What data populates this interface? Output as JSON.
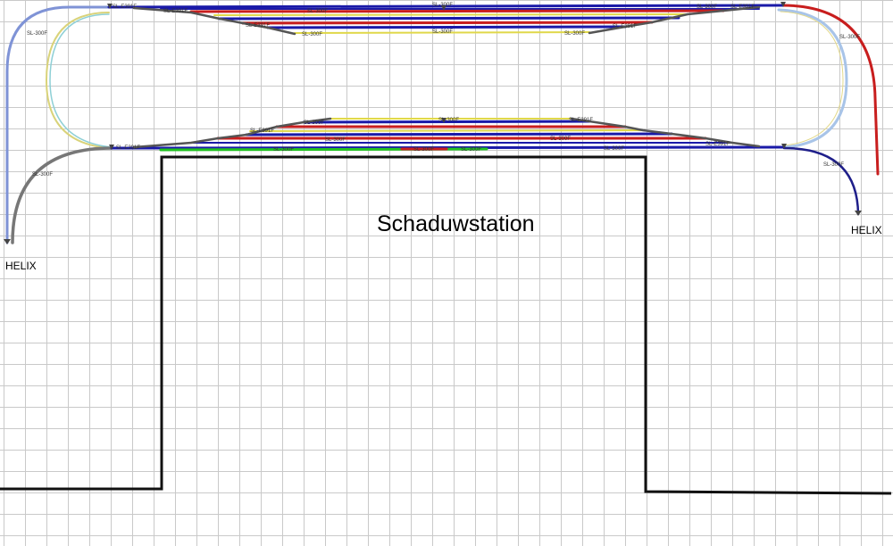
{
  "title": "Schaduwstation",
  "helix_left": "HELIX",
  "helix_right": "HELIX",
  "track_part": "SL-300F",
  "turnout_part": "SL-E391F",
  "colors": {
    "blue": "#1a1aa8",
    "red": "#c81e1e",
    "yellow": "#e0d84a",
    "green": "#22c222",
    "grey": "#777777",
    "light_blue": "#7f93d6",
    "pale_blue": "#a8c4e8",
    "dark_blue": "#1f1f8a",
    "outline": "#111111"
  }
}
